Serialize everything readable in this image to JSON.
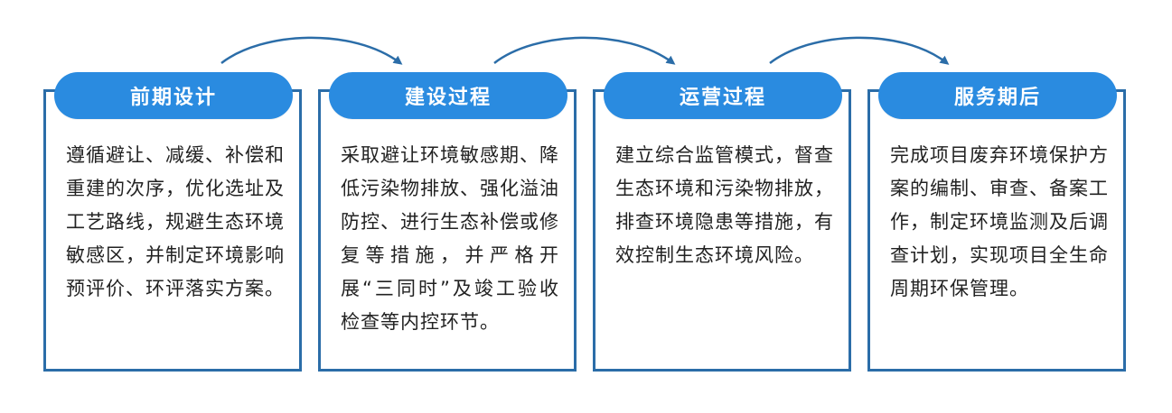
{
  "colors": {
    "pill": "#2a8be0",
    "border": "#2b6da8",
    "arrow": "#2b6da8",
    "text": "#222222"
  },
  "stages": [
    {
      "title": "前期设计",
      "text": "遵循避让、减缓、补偿和重建的次序，优化选址及工艺路线，规避生态环境敏感区，并制定环境影响预评价、环评落实方案。"
    },
    {
      "title": "建设过程",
      "text": "采取避让环境敏感期、降低污染物排放、强化溢油防控、进行生态补偿或修复等措施，并严格开展“三同时”及竣工验收检查等内控环节。"
    },
    {
      "title": "运营过程",
      "text": "建立综合监管模式，督查生态环境和污染物排放，排查环境隐患等措施，有效控制生态环境风险。"
    },
    {
      "title": "服务期后",
      "text": "完成项目废弃环境保护方案的编制、审查、备案工作，制定环境监测及后调查计划，实现项目全生命周期环保管理。"
    }
  ]
}
